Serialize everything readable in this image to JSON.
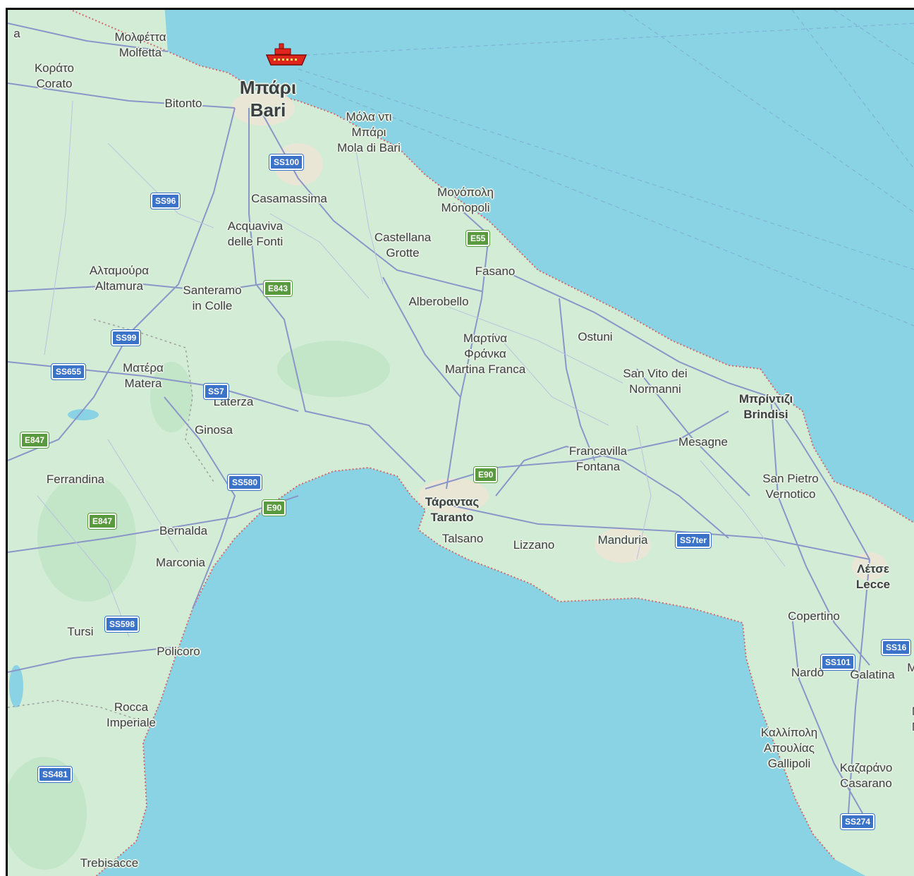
{
  "colors": {
    "sea": "#8ad3e4",
    "land": "#cfead3",
    "road": "#8a96c8",
    "ferry": "#e0261c"
  },
  "places": {
    "molfetta": {
      "greek": "Μολφέττα",
      "latin": "Molfetta"
    },
    "corato": {
      "greek": "Κοράτο",
      "latin": "Corato"
    },
    "bari": {
      "greek": "Μπάρι",
      "latin": "Bari"
    },
    "bitonto": "Bitonto",
    "mola": {
      "greek1": "Μόλα ντι",
      "greek2": "Μπάρι",
      "latin": "Mola di Bari"
    },
    "casamassima": "Casamassima",
    "monopoli": {
      "greek": "Μονόπολη",
      "latin": "Monopoli"
    },
    "acquaviva": {
      "line1": "Acquaviva",
      "line2": "delle Fonti"
    },
    "castellana": {
      "line1": "Castellana",
      "line2": "Grotte"
    },
    "altamura": {
      "greek": "Αλταμούρα",
      "latin": "Altamura"
    },
    "santeramo": {
      "line1": "Santeramo",
      "line2": "in Colle"
    },
    "fasano": "Fasano",
    "alberobello": "Alberobello",
    "martina": {
      "greek1": "Μαρτίνα",
      "greek2": "Φράνκα",
      "latin": "Martina Franca"
    },
    "ostuni": "Ostuni",
    "matera": {
      "greek": "Ματέρα",
      "latin": "Matera"
    },
    "laterza": "Laterza",
    "sanvito": {
      "line1": "San Vito dei",
      "line2": "Normanni"
    },
    "brindisi": {
      "greek": "Μπρίντιζι",
      "latin": "Brindisi"
    },
    "ginosa": "Ginosa",
    "mesagne": "Mesagne",
    "francavilla": {
      "line1": "Francavilla",
      "line2": "Fontana"
    },
    "ferrandina": "Ferrandina",
    "sanpietro": {
      "line1": "San Pietro",
      "line2": "Vernotico"
    },
    "taranto": {
      "greek": "Τάραντας",
      "latin": "Taranto"
    },
    "bernalda": "Bernalda",
    "talsano": "Talsano",
    "lizzano": "Lizzano",
    "manduria": "Manduria",
    "lecce": {
      "greek": "Λέτσε",
      "latin": "Lecce"
    },
    "marconia": "Marconia",
    "copertino": "Copertino",
    "tursi": "Tursi",
    "policoro": "Policoro",
    "nardo": "Nardò",
    "galatina": "Galatina",
    "rocca": {
      "line1": "Rocca",
      "line2": "Imperiale"
    },
    "gallipoli": {
      "greek1": "Καλλίπολη",
      "greek2": "Απουλίας",
      "latin": "Gallipoli"
    },
    "casarano": {
      "greek": "Καζαράνο",
      "latin": "Casarano"
    },
    "trebisacce": "Trebisacce",
    "edge_a": "a",
    "edge_ma": "Ma",
    "edge_m1": "M",
    "edge_m2": "M"
  },
  "shields": {
    "ss100": "SS100",
    "ss96": "SS96",
    "e55": "E55",
    "e843": "E843",
    "ss99": "SS99",
    "ss655": "SS655",
    "ss7": "SS7",
    "e847a": "E847",
    "ss580": "SS580",
    "e90a": "E90",
    "e90b": "E90",
    "e847b": "E847",
    "ss7ter": "SS7ter",
    "ss598": "SS598",
    "ss16": "SS16",
    "ss101": "SS101",
    "ss481": "SS481",
    "ss274": "SS274"
  },
  "icons": {
    "ferry": "ferry-icon"
  }
}
